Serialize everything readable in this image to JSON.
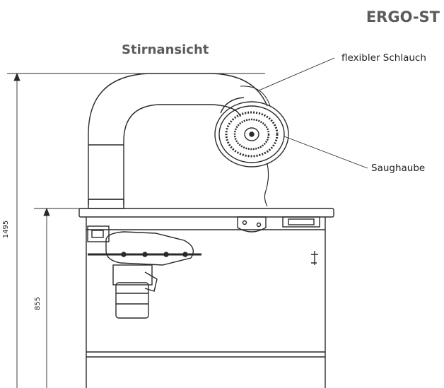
{
  "header": {
    "brand": "ERGO-ST",
    "view_title": "Stirnansicht"
  },
  "callouts": {
    "hose": "flexibler Schlauch",
    "hood": "Saughaube"
  },
  "dimensions": {
    "total_height": "1495",
    "table_height": "855"
  }
}
